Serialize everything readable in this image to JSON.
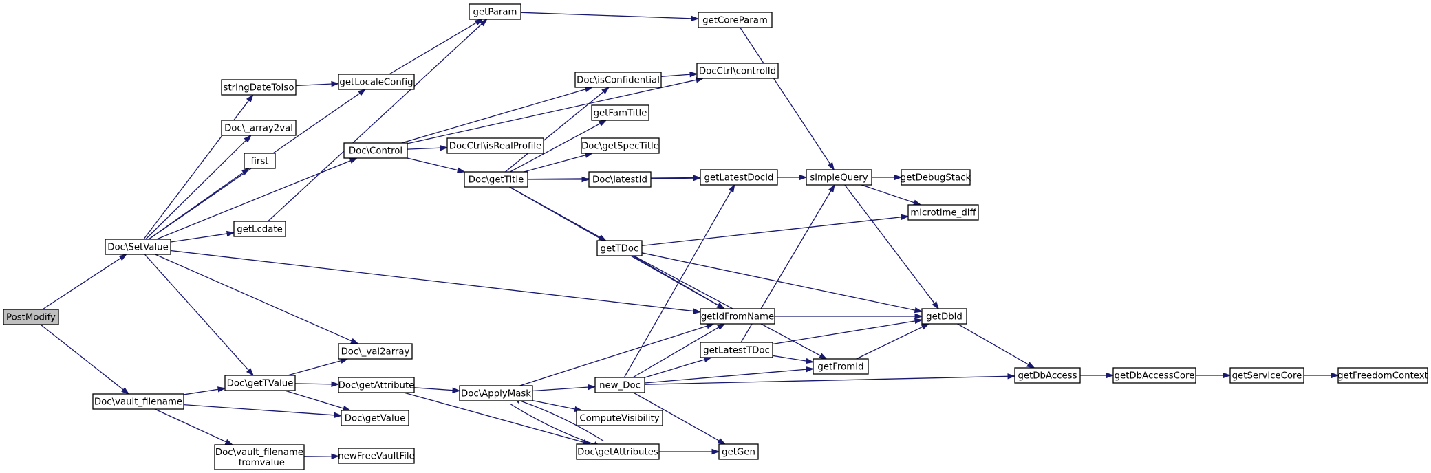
{
  "nodes": {
    "n_PostModify": {
      "label": "PostModify",
      "root": true
    },
    "n_SetValue": {
      "label": "Doc\\SetValue"
    },
    "n_vaultFilename": {
      "label": "Doc\\vault_filename"
    },
    "n_stringDateToIso": {
      "label": "stringDateToIso"
    },
    "n_array2val": {
      "label": "Doc\\_array2val"
    },
    "n_first": {
      "label": "first"
    },
    "n_getLcdate": {
      "label": "getLcdate"
    },
    "n_getTValue": {
      "label": "Doc\\getTValue"
    },
    "n_vfFromvalue": {
      "label": "Doc\\vault_filename\n_fromvalue"
    },
    "n_getLocaleConfig": {
      "label": "getLocaleConfig"
    },
    "n_getParam": {
      "label": "getParam"
    },
    "n_DocControl": {
      "label": "Doc\\Control"
    },
    "n_val2array": {
      "label": "Doc\\_val2array"
    },
    "n_getAttribute": {
      "label": "Doc\\getAttribute"
    },
    "n_getValue": {
      "label": "Doc\\getValue"
    },
    "n_newFreeVaultFile": {
      "label": "newFreeVaultFile"
    },
    "n_isRealProfile": {
      "label": "DocCtrl\\isRealProfile"
    },
    "n_getTitle": {
      "label": "Doc\\getTitle"
    },
    "n_ApplyMask": {
      "label": "Doc\\ApplyMask"
    },
    "n_isConfidential": {
      "label": "Doc\\isConfidential"
    },
    "n_getFamTitle": {
      "label": "getFamTitle"
    },
    "n_getSpecTitle": {
      "label": "Doc\\getSpecTitle"
    },
    "n_latestId": {
      "label": "Doc\\latestId"
    },
    "n_getTDoc": {
      "label": "getTDoc"
    },
    "n_newDoc": {
      "label": "new_Doc"
    },
    "n_ComputeVisibility": {
      "label": "ComputeVisibility"
    },
    "n_getAttributes": {
      "label": "Doc\\getAttributes"
    },
    "n_getCoreParam": {
      "label": "getCoreParam"
    },
    "n_controlId": {
      "label": "DocCtrl\\controlId"
    },
    "n_getLatestDocId": {
      "label": "getLatestDocId"
    },
    "n_getIdFromName": {
      "label": "getIdFromName"
    },
    "n_getLatestTDoc": {
      "label": "getLatestTDoc"
    },
    "n_getGen": {
      "label": "getGen"
    },
    "n_simpleQuery": {
      "label": "simpleQuery"
    },
    "n_getFromId": {
      "label": "getFromId"
    },
    "n_getDebugStack": {
      "label": "getDebugStack"
    },
    "n_microtimeDiff": {
      "label": "microtime_diff"
    },
    "n_getDbid": {
      "label": "getDbid"
    },
    "n_getDbAccess": {
      "label": "getDbAccess"
    },
    "n_getDbAccessCore": {
      "label": "getDbAccessCore"
    },
    "n_getServiceCore": {
      "label": "getServiceCore"
    },
    "n_getFreedomContext": {
      "label": "getFreedomContext"
    }
  },
  "edges": [
    [
      "n_PostModify",
      "n_SetValue"
    ],
    [
      "n_PostModify",
      "n_vaultFilename"
    ],
    [
      "n_SetValue",
      "n_stringDateToIso"
    ],
    [
      "n_SetValue",
      "n_array2val"
    ],
    [
      "n_SetValue",
      "n_first"
    ],
    [
      "n_SetValue",
      "n_getLcdate"
    ],
    [
      "n_SetValue",
      "n_getLocaleConfig"
    ],
    [
      "n_SetValue",
      "n_DocControl"
    ],
    [
      "n_SetValue",
      "n_val2array"
    ],
    [
      "n_SetValue",
      "n_getTValue"
    ],
    [
      "n_SetValue",
      "n_getIdFromName"
    ],
    [
      "n_vaultFilename",
      "n_getTValue"
    ],
    [
      "n_vaultFilename",
      "n_getValue"
    ],
    [
      "n_vaultFilename",
      "n_vfFromvalue"
    ],
    [
      "n_stringDateToIso",
      "n_getLocaleConfig"
    ],
    [
      "n_getLcdate",
      "n_getParam"
    ],
    [
      "n_getLocaleConfig",
      "n_getParam"
    ],
    [
      "n_getParam",
      "n_getCoreParam"
    ],
    [
      "n_getCoreParam",
      "n_simpleQuery"
    ],
    [
      "n_DocControl",
      "n_controlId"
    ],
    [
      "n_DocControl",
      "n_isConfidential"
    ],
    [
      "n_DocControl",
      "n_isRealProfile"
    ],
    [
      "n_DocControl",
      "n_getTitle"
    ],
    [
      "n_getTitle",
      "n_isConfidential"
    ],
    [
      "n_getTitle",
      "n_getFamTitle"
    ],
    [
      "n_getTitle",
      "n_getSpecTitle"
    ],
    [
      "n_getTitle",
      "n_latestId"
    ],
    [
      "n_getTitle",
      "n_getLatestDocId"
    ],
    [
      "n_getTitle",
      "n_getTDoc"
    ],
    [
      "n_getTitle",
      "n_getIdFromName"
    ],
    [
      "n_isConfidential",
      "n_controlId"
    ],
    [
      "n_latestId",
      "n_getLatestDocId"
    ],
    [
      "n_getLatestDocId",
      "n_simpleQuery"
    ],
    [
      "n_simpleQuery",
      "n_getDebugStack"
    ],
    [
      "n_simpleQuery",
      "n_microtimeDiff"
    ],
    [
      "n_simpleQuery",
      "n_getDbid"
    ],
    [
      "n_getTDoc",
      "n_microtimeDiff"
    ],
    [
      "n_getTDoc",
      "n_getIdFromName"
    ],
    [
      "n_getTDoc",
      "n_getDbid"
    ],
    [
      "n_getTDoc",
      "n_getFromId"
    ],
    [
      "n_getIdFromName",
      "n_getDbid"
    ],
    [
      "n_getLatestTDoc",
      "n_simpleQuery"
    ],
    [
      "n_getLatestTDoc",
      "n_getDbid"
    ],
    [
      "n_getLatestTDoc",
      "n_getFromId"
    ],
    [
      "n_getFromId",
      "n_getDbid"
    ],
    [
      "n_getDbid",
      "n_getDbAccess"
    ],
    [
      "n_getDbAccess",
      "n_getDbAccessCore"
    ],
    [
      "n_getDbAccessCore",
      "n_getServiceCore"
    ],
    [
      "n_getServiceCore",
      "n_getFreedomContext"
    ],
    [
      "n_getTValue",
      "n_val2array"
    ],
    [
      "n_getTValue",
      "n_getAttribute"
    ],
    [
      "n_getTValue",
      "n_getValue"
    ],
    [
      "n_getAttribute",
      "n_ApplyMask"
    ],
    [
      "n_getAttribute",
      "n_getAttributes"
    ],
    [
      "n_vfFromvalue",
      "n_newFreeVaultFile"
    ],
    [
      "n_ApplyMask",
      "n_getIdFromName"
    ],
    [
      "n_ApplyMask",
      "n_newDoc"
    ],
    [
      "n_ApplyMask",
      "n_ComputeVisibility"
    ],
    [
      "n_ApplyMask",
      "n_getAttributes"
    ],
    [
      "n_getAttributes",
      "n_ApplyMask"
    ],
    [
      "n_getAttributes",
      "n_getGen"
    ],
    [
      "n_newDoc",
      "n_getLatestDocId"
    ],
    [
      "n_newDoc",
      "n_getIdFromName"
    ],
    [
      "n_newDoc",
      "n_getLatestTDoc"
    ],
    [
      "n_newDoc",
      "n_getFromId"
    ],
    [
      "n_newDoc",
      "n_getDbAccess"
    ],
    [
      "n_newDoc",
      "n_getGen"
    ]
  ]
}
